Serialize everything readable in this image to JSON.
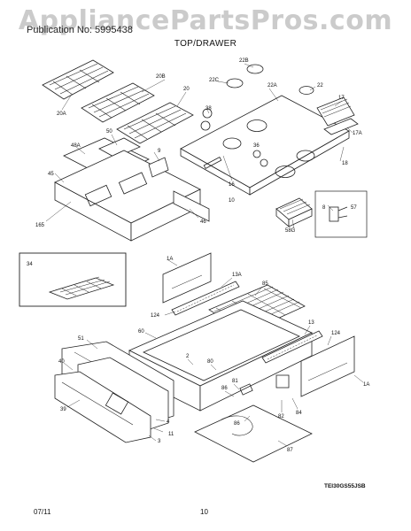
{
  "watermark": "AppliancePartsPros.com",
  "header": {
    "publication": "Publication No: 5995438",
    "section": "TOP/DRAWER"
  },
  "model_code": "TEI30GS55JSB",
  "footer": {
    "date": "07/11",
    "page": "10"
  },
  "callouts": [
    "20A",
    "20B",
    "20",
    "22B",
    "22C",
    "22A",
    "22",
    "17",
    "17A",
    "38",
    "36",
    "16",
    "18",
    "48A",
    "50",
    "9",
    "45",
    "46",
    "10",
    "58G",
    "57",
    "8",
    "165",
    "34",
    "1A",
    "13A",
    "85",
    "124",
    "60",
    "51",
    "2",
    "40",
    "39",
    "80",
    "13",
    "124",
    "1A",
    "81",
    "86",
    "82",
    "84",
    "86",
    "87",
    "4",
    "3",
    "11"
  ]
}
